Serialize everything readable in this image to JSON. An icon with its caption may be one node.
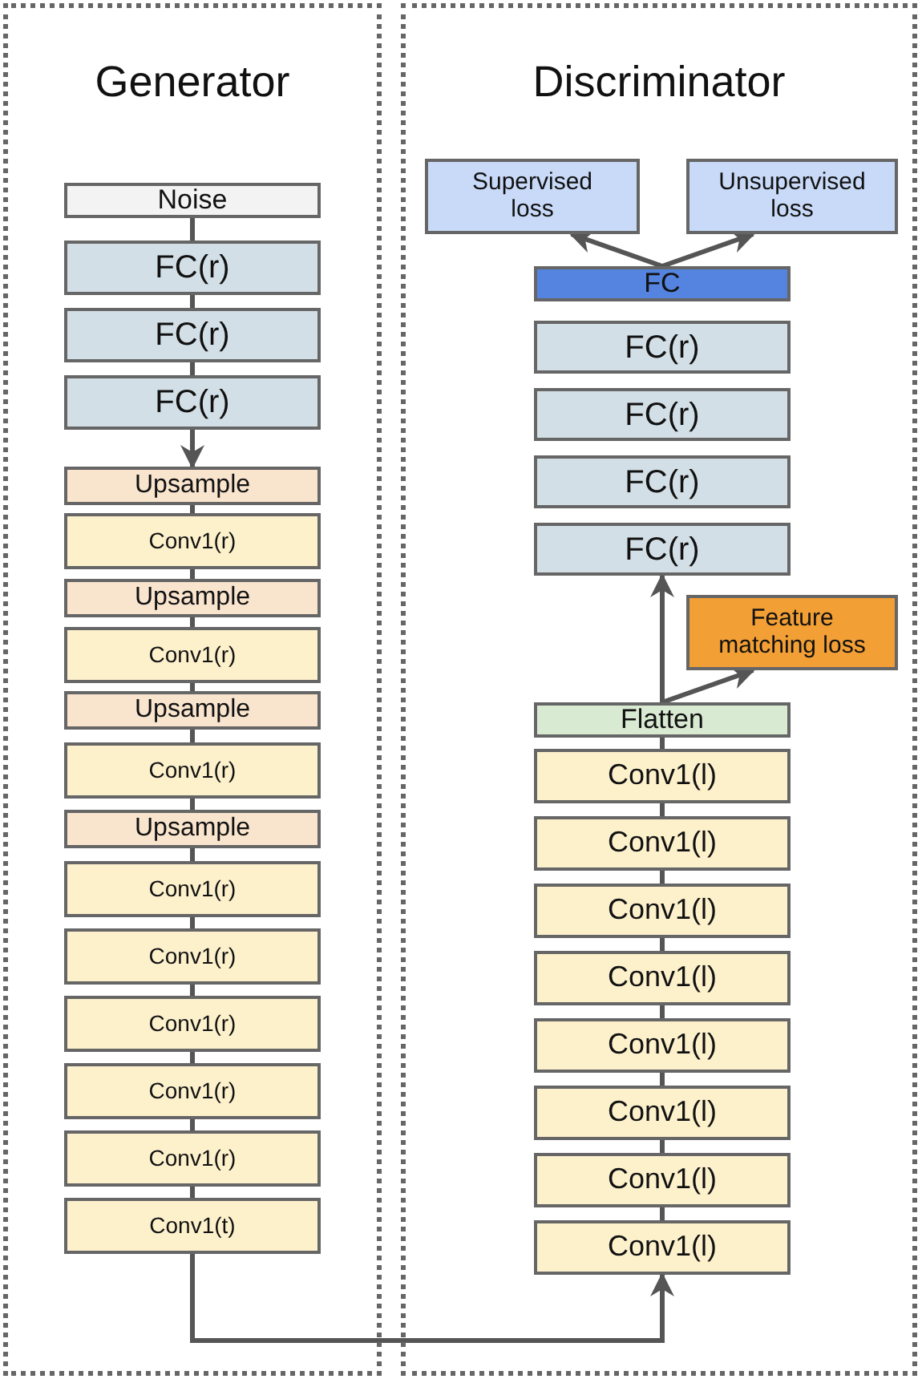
{
  "diagram": {
    "nodes": [
      {
        "text": [
          "Generator"
        ]
      },
      {
        "text": [
          "Noise"
        ],
        "in": 0
      },
      {
        "text": [
          "FC(r)"
        ],
        "in": 0
      },
      {
        "text": [
          "FC(r)"
        ],
        "in": 0
      },
      {
        "text": [
          "FC(r)"
        ],
        "in": 0
      },
      {
        "text": [
          "Upsample"
        ],
        "in": 0
      },
      {
        "text": [
          "Conv1(r)"
        ],
        "in": 0
      },
      {
        "text": [
          "Upsample"
        ],
        "in": 0
      },
      {
        "text": [
          "Conv1(r)"
        ],
        "in": 0
      },
      {
        "text": [
          "Upsample"
        ],
        "in": 0
      },
      {
        "text": [
          "Conv1(r)"
        ],
        "in": 0
      },
      {
        "text": [
          "Upsample"
        ],
        "in": 0
      },
      {
        "text": [
          "Conv1(r)"
        ],
        "in": 0
      },
      {
        "text": [
          "Conv1(r)"
        ],
        "in": 0
      },
      {
        "text": [
          "Conv1(r)"
        ],
        "in": 0
      },
      {
        "text": [
          "Conv1(r)"
        ],
        "in": 0
      },
      {
        "text": [
          "Conv1(r)"
        ],
        "in": 0
      },
      {
        "text": [
          "Conv1(t)"
        ],
        "in": 0
      },
      {
        "text": [
          "Discriminator"
        ]
      },
      {
        "text": [
          "Supervised loss"
        ],
        "in": 18
      },
      {
        "text": [
          "Unsupervised loss"
        ],
        "in": 18
      },
      {
        "text": [
          "FC"
        ],
        "in": 18
      },
      {
        "text": [
          "FC(r)"
        ],
        "in": 18
      },
      {
        "text": [
          "FC(r)"
        ],
        "in": 18
      },
      {
        "text": [
          "FC(r)"
        ],
        "in": 18
      },
      {
        "text": [
          "FC(r)"
        ],
        "in": 18
      },
      {
        "text": [
          "Feature matching loss"
        ],
        "in": 18
      },
      {
        "text": [
          "Flatten"
        ],
        "in": 18
      },
      {
        "text": [
          "Conv1(l)"
        ],
        "in": 18
      },
      {
        "text": [
          "Conv1(l)"
        ],
        "in": 18
      },
      {
        "text": [
          "Conv1(l)"
        ],
        "in": 18
      },
      {
        "text": [
          "Conv1(l)"
        ],
        "in": 18
      },
      {
        "text": [
          "Conv1(l)"
        ],
        "in": 18
      },
      {
        "text": [
          "Conv1(l)"
        ],
        "in": 18
      },
      {
        "text": [
          "Conv1(l)"
        ],
        "in": 18
      },
      {
        "text": [
          "Conv1(l)"
        ],
        "in": 18
      }
    ],
    "edges": [
      {
        "from": 1,
        "to": 2,
        "arrow": "none"
      },
      {
        "from": 2,
        "to": 3,
        "arrow": "none"
      },
      {
        "from": 3,
        "to": 4,
        "arrow": "none"
      },
      {
        "from": 4,
        "to": 5,
        "arrow": "to"
      },
      {
        "from": 5,
        "to": 6,
        "arrow": "none"
      },
      {
        "from": 6,
        "to": 7,
        "arrow": "none"
      },
      {
        "from": 7,
        "to": 8,
        "arrow": "none"
      },
      {
        "from": 8,
        "to": 9,
        "arrow": "none"
      },
      {
        "from": 9,
        "to": 10,
        "arrow": "none"
      },
      {
        "from": 10,
        "to": 11,
        "arrow": "none"
      },
      {
        "from": 11,
        "to": 12,
        "arrow": "none"
      },
      {
        "from": 12,
        "to": 13,
        "arrow": "none"
      },
      {
        "from": 13,
        "to": 14,
        "arrow": "none"
      },
      {
        "from": 14,
        "to": 15,
        "arrow": "none"
      },
      {
        "from": 15,
        "to": 16,
        "arrow": "none"
      },
      {
        "from": 16,
        "to": 17,
        "arrow": "none"
      },
      {
        "from": 17,
        "to": 35,
        "arrow": "to"
      },
      {
        "from": 35,
        "to": 34,
        "arrow": "none"
      },
      {
        "from": 34,
        "to": 33,
        "arrow": "none"
      },
      {
        "from": 33,
        "to": 32,
        "arrow": "none"
      },
      {
        "from": 32,
        "to": 31,
        "arrow": "none"
      },
      {
        "from": 31,
        "to": 30,
        "arrow": "none"
      },
      {
        "from": 30,
        "to": 29,
        "arrow": "none"
      },
      {
        "from": 29,
        "to": 28,
        "arrow": "none"
      },
      {
        "from": 28,
        "to": 27,
        "arrow": "none"
      },
      {
        "from": 27,
        "to": 25,
        "arrow": "to"
      },
      {
        "from": 27,
        "to": 26,
        "arrow": "to"
      },
      {
        "from": 21,
        "to": 19,
        "arrow": "to"
      },
      {
        "from": 21,
        "to": 20,
        "arrow": "to"
      }
    ]
  }
}
